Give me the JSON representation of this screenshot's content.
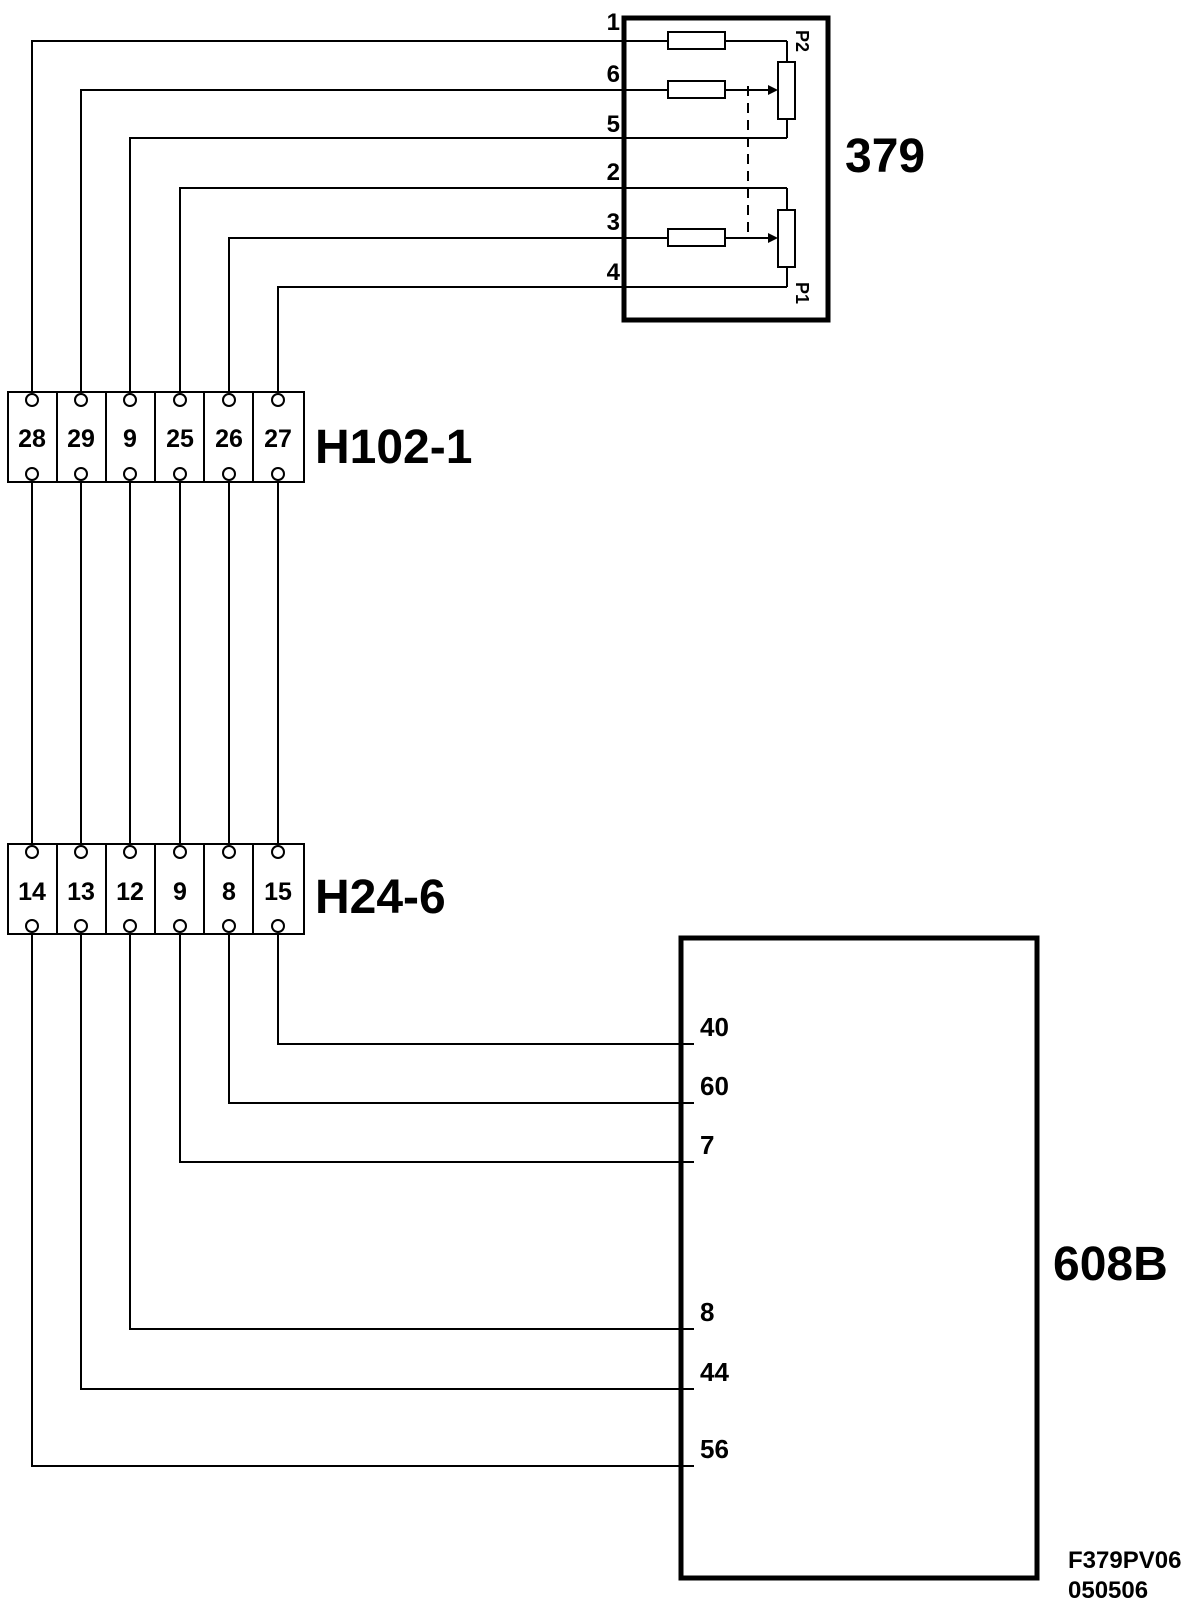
{
  "component_379": {
    "label": "379",
    "pins": [
      "1",
      "6",
      "5",
      "2",
      "3",
      "4"
    ],
    "pot_top": "P2",
    "pot_bottom": "P1"
  },
  "connector_h102": {
    "label": "H102-1",
    "pins": [
      "28",
      "29",
      "9",
      "25",
      "26",
      "27"
    ]
  },
  "connector_h24": {
    "label": "H24-6",
    "pins": [
      "14",
      "13",
      "12",
      "9",
      "8",
      "15"
    ]
  },
  "component_608b": {
    "label": "608B",
    "pins": [
      "40",
      "60",
      "7",
      "8",
      "44",
      "56"
    ]
  },
  "footer": {
    "code": "F379PV06",
    "date": "050506"
  }
}
